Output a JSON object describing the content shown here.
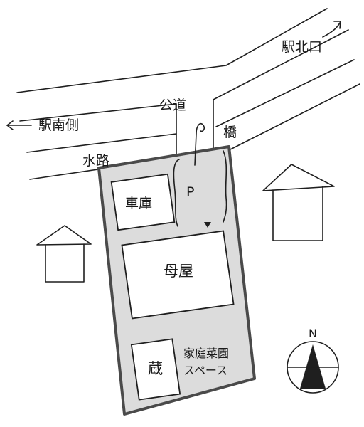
{
  "labels": {
    "station_north": "駅北口",
    "station_south": "駅南側",
    "public_road": "公道",
    "bridge": "橋",
    "waterway": "水路",
    "parking": "P",
    "garage": "車庫",
    "main_house": "母屋",
    "storehouse": "蔵",
    "garden_line1": "家庭菜園",
    "garden_line2": "スペース",
    "compass_north": "N"
  },
  "icons": {
    "arrow_north": "arrow-up-right-icon",
    "arrow_south": "arrow-left-icon",
    "compass": "compass-north-icon",
    "house": "house-icon",
    "entrance": "triangle-down-icon"
  },
  "colors": {
    "lot_fill": "#dcdcdc",
    "lot_border": "#4a4a4a",
    "building_fill": "#ffffff",
    "ink": "#1f1f1f"
  }
}
